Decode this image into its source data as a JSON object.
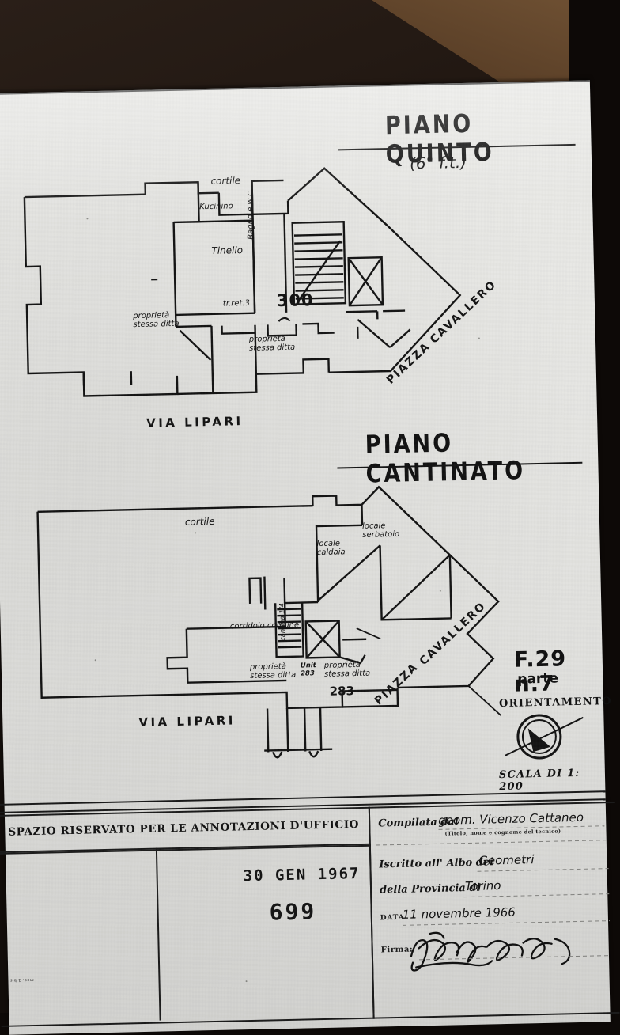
{
  "document": {
    "kind": "cadastral-floor-plan-scan",
    "sheet_reference": "F.29 n.7",
    "sheet_reference_part": "parte",
    "orientation_label": "ORIENTAMENTO",
    "scale_label": "SCALA DI 1: 200"
  },
  "plans": [
    {
      "id": "piano-quinto",
      "title": "PIANO QUINTO",
      "subtitle": "(6° f.t.)",
      "street_bottom": "VIA  LIPARI",
      "street_diagonal_1": "PIAZZA",
      "street_diagonal_2": "CAVALLERO",
      "labels": {
        "cortile": "cortile",
        "cucinino": "Kucinino",
        "tinello": "Tinello",
        "bagno": "Bagno e w.c.",
        "tratto_rete": "tr.ret.3",
        "number": "300",
        "proprieta_left_line1": "proprietà",
        "proprieta_left_line2": "stessa ditta",
        "proprieta_mid_line1": "proprietà",
        "proprieta_mid_line2": "stessa ditta"
      }
    },
    {
      "id": "piano-cantinato",
      "title": "PIANO CANTINATO",
      "street_bottom": "VIA  LIPARI",
      "street_diagonal_1": "PIAZZA",
      "street_diagonal_2": "CAVALLERO",
      "labels": {
        "cortile": "cortile",
        "locale_caldaia_line1": "locale",
        "locale_caldaia_line2": "caldaia",
        "locale_serbatoio_line1": "locale",
        "locale_serbatoio_line2": "serbatoio",
        "cantina": "cantina 1/4",
        "corridoio": "corridoio comune",
        "proprieta_left_line1": "proprietà",
        "proprieta_left_line2": "stessa ditta",
        "proprieta_right_line1": "proprietà",
        "proprieta_right_line2": "stessa ditta",
        "small_number_line1": "Unit",
        "small_number_line2": "283",
        "number_right": "283"
      }
    }
  ],
  "form": {
    "office_header": "SPAZIO RISERVATO PER LE ANNOTAZIONI D'UFFICIO",
    "stamp_date": "30 GEN 1967",
    "stamp_number": "699",
    "compiled_by_label": "Compilata dal",
    "compiled_by_value": "geom. Vicenzo Cattaneo",
    "compiled_by_caption": "(Titolo, nome e cognome del tecnico)",
    "registered_label": "Iscritto all' Albo dei",
    "registered_value": "Geometri",
    "province_label": "della Provincia di",
    "province_value": "Torino",
    "date_label": "DATA",
    "date_value": "11 novembre 1966",
    "signature_label": "Firma:",
    "signature_value": "Geom. Vicenzo Cattaneo",
    "left_margin_note": "mod. 1 bis"
  },
  "colors": {
    "paper": "#e9e9e6",
    "ink": "#121212",
    "desk_dark": "#241a14",
    "desk_wood": "#5a3f27"
  }
}
